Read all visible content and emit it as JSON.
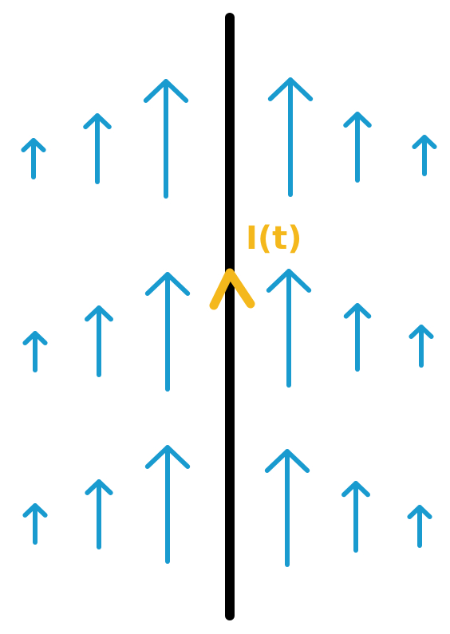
{
  "diagram": {
    "current_label": "I(t)",
    "colors": {
      "wire": "#000000",
      "current": "#f5b81c",
      "field_arrow": "#1a9bd0",
      "background": "#ffffff"
    },
    "wire": {
      "icon": "vertical-wire"
    },
    "current_arrow": {
      "icon": "chevron-up-icon",
      "direction": "up"
    },
    "field_arrows": {
      "icon": "arrow-up-icon",
      "direction": "up",
      "rows": 3,
      "per_side": 3
    }
  }
}
